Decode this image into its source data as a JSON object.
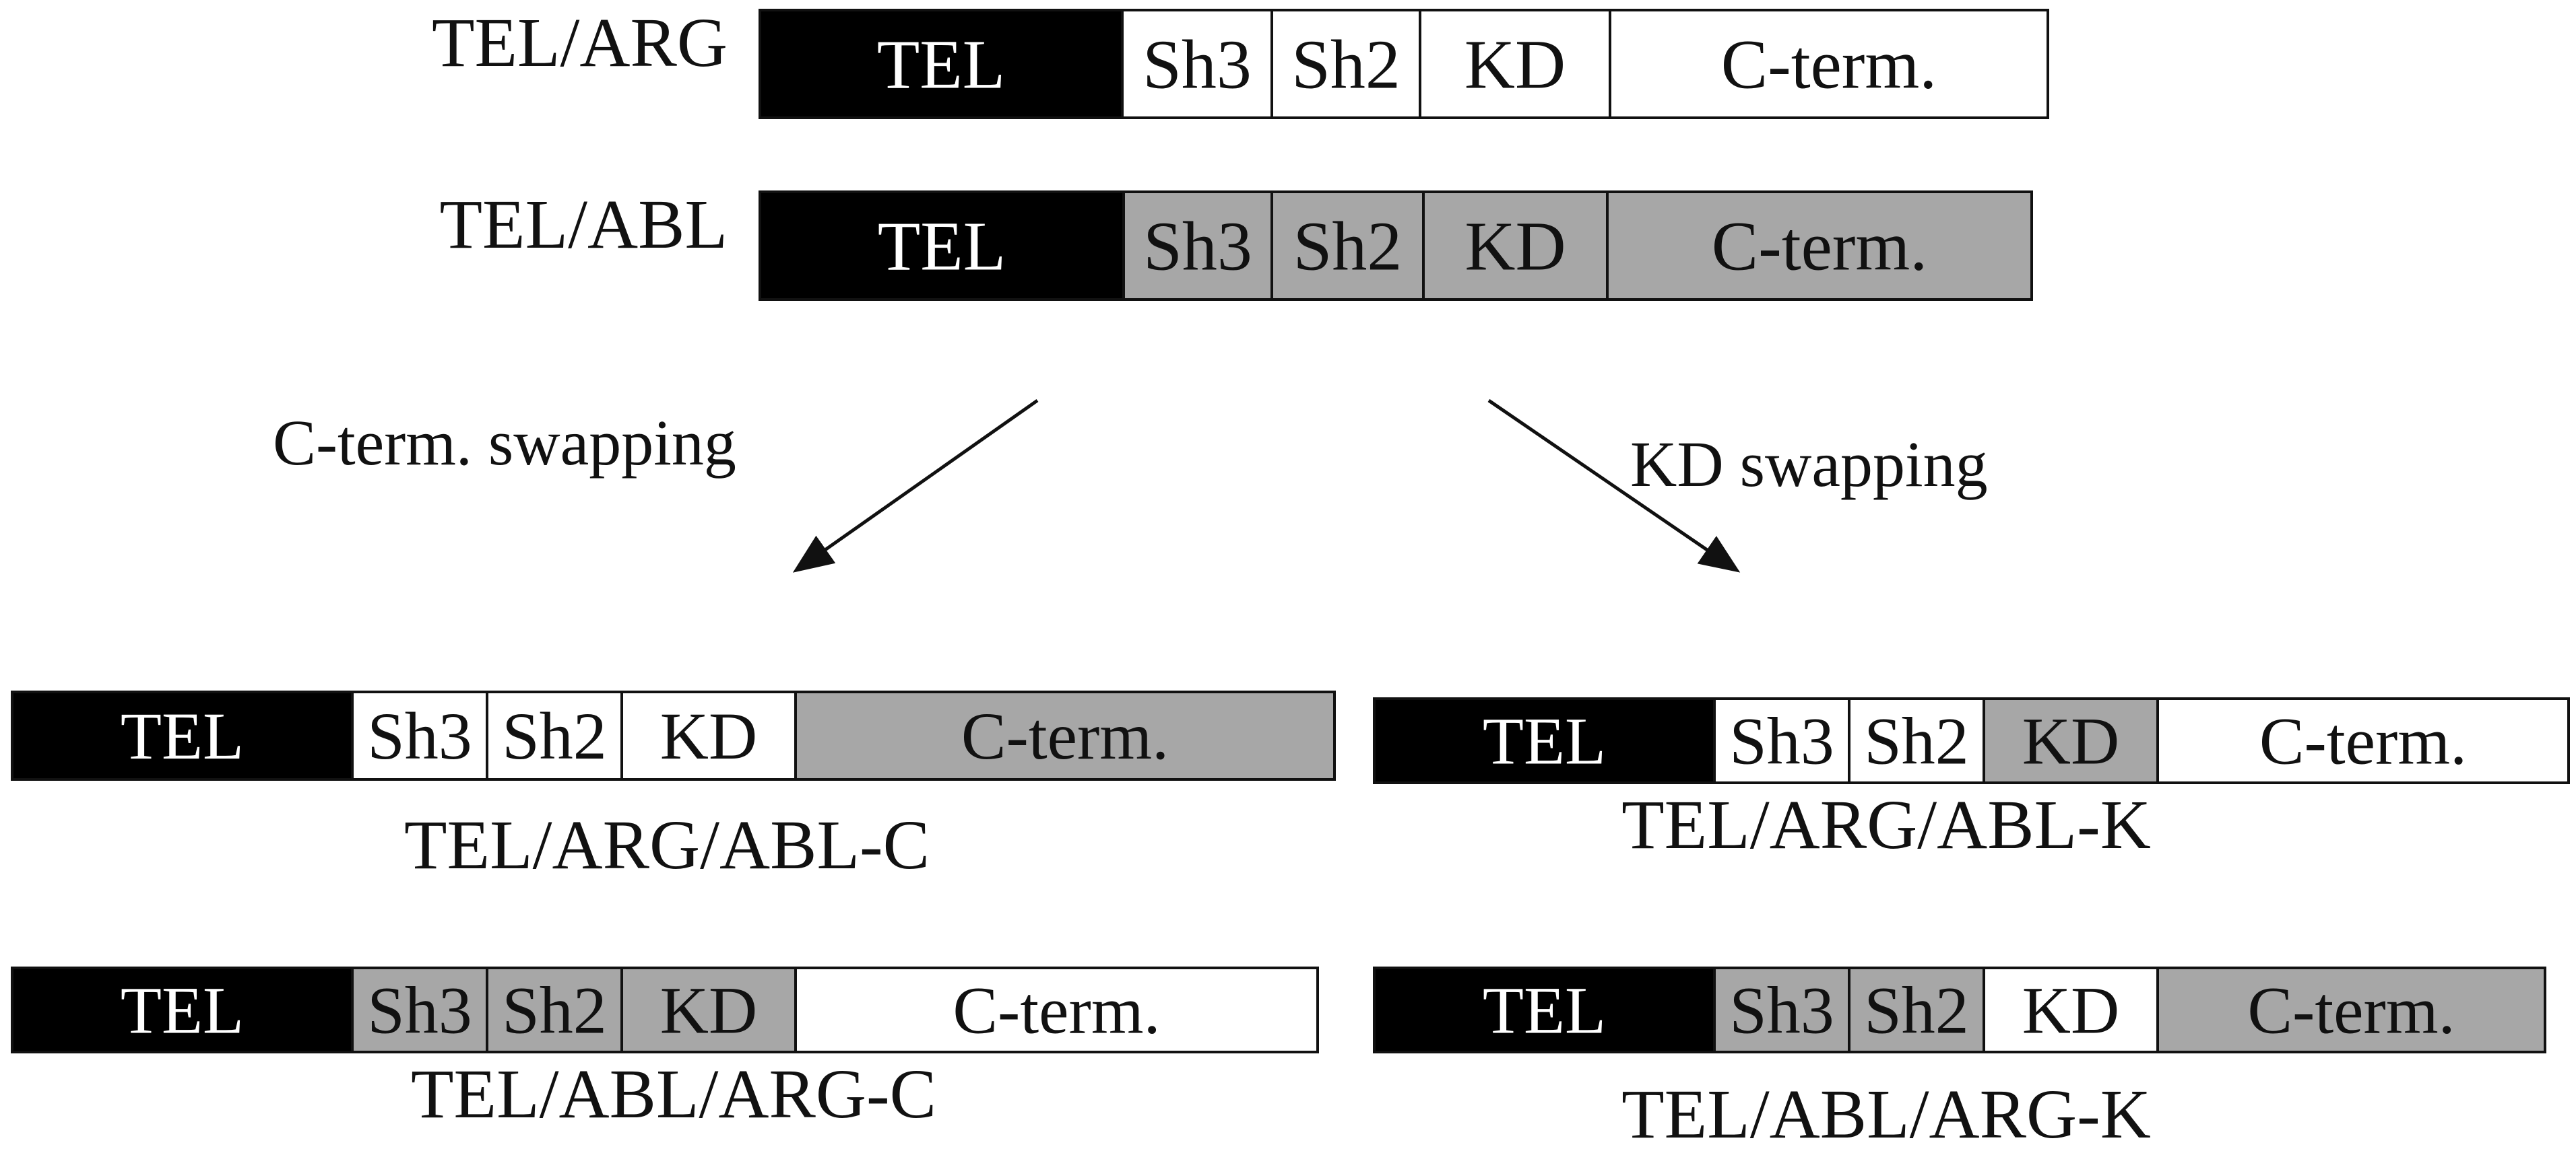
{
  "colors": {
    "tel": "#000000",
    "arg": "#ffffff",
    "abl": "#a7a7a7",
    "text": "#111111",
    "tel_text": "#ffffff"
  },
  "domain_labels": {
    "tel": "TEL",
    "sh3": "Sh3",
    "sh2": "Sh2",
    "kd": "KD",
    "cterm": "C-term."
  },
  "arrows": {
    "left": {
      "label": "C-term. swapping"
    },
    "right": {
      "label": "KD swapping"
    }
  },
  "constructs": [
    {
      "id": "tel-arg",
      "name": "TEL/ARG",
      "origins": [
        "tel",
        "arg",
        "arg",
        "arg",
        "arg"
      ]
    },
    {
      "id": "tel-abl",
      "name": "TEL/ABL",
      "origins": [
        "tel",
        "abl",
        "abl",
        "abl",
        "abl"
      ]
    },
    {
      "id": "tel-arg-abl-c",
      "name": "TEL/ARG/ABL-C",
      "origins": [
        "tel",
        "arg",
        "arg",
        "arg",
        "abl"
      ]
    },
    {
      "id": "tel-abl-arg-c",
      "name": "TEL/ABL/ARG-C",
      "origins": [
        "tel",
        "abl",
        "abl",
        "abl",
        "arg"
      ]
    },
    {
      "id": "tel-arg-abl-k",
      "name": "TEL/ARG/ABL-K",
      "origins": [
        "tel",
        "arg",
        "arg",
        "abl",
        "arg"
      ]
    },
    {
      "id": "tel-abl-arg-k",
      "name": "TEL/ABL/ARG-K",
      "origins": [
        "tel",
        "abl",
        "abl",
        "arg",
        "abl"
      ]
    }
  ]
}
